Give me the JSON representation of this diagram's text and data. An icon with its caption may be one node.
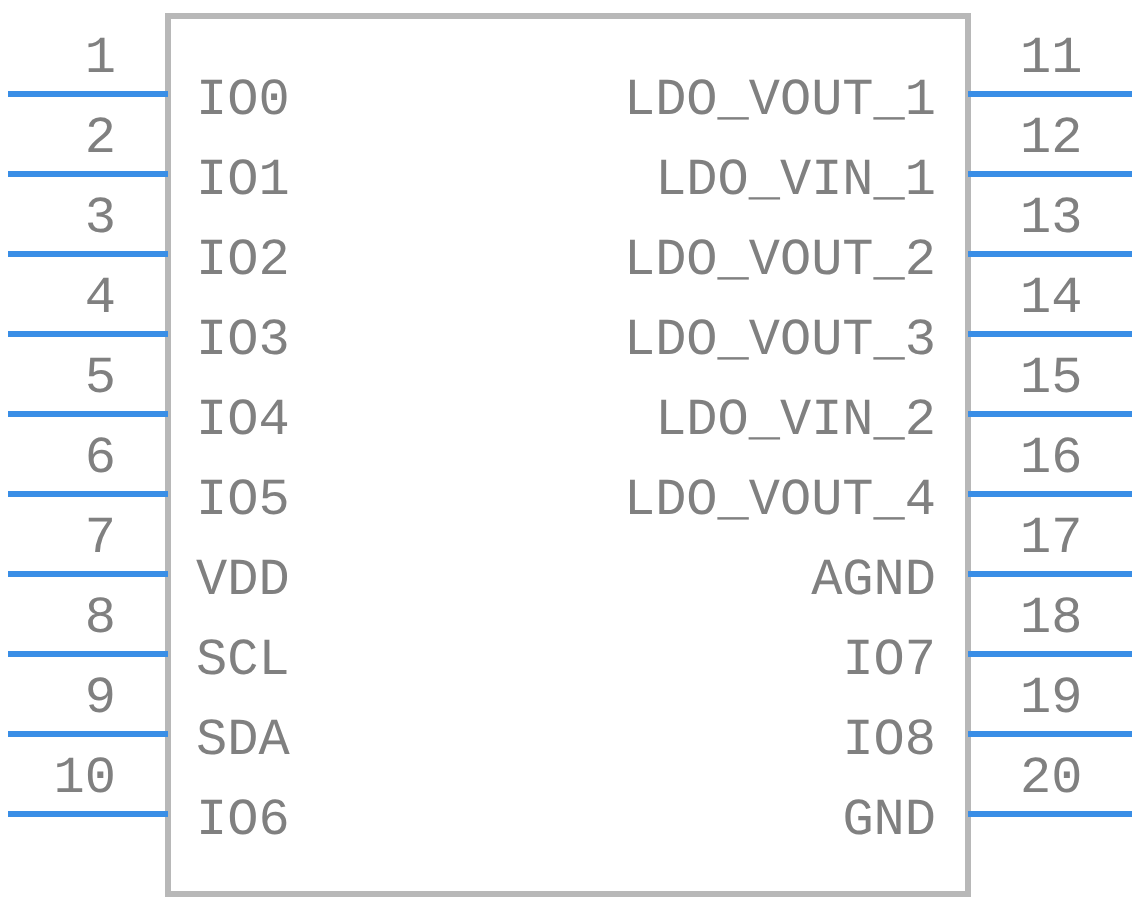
{
  "diagram": {
    "labels": [
      "1",
      "IO0",
      "LDO_VOUT_1",
      "11",
      "2",
      "IO1",
      "LDO_VIN_1",
      "12",
      "3",
      "IO2",
      "LDO_VOUT_2",
      "13",
      "4",
      "IO3",
      "LDO_VOUT_3",
      "14",
      "5",
      "IO4",
      "LDO_VIN_2",
      "15",
      "6",
      "IO5",
      "LDO_VOUT_4",
      "16",
      "7",
      "VDD",
      "AGND",
      "17",
      "8",
      "SCL",
      "IO7",
      "18",
      "9",
      "SDA",
      "IO8",
      "19",
      "10",
      "IO6",
      "GND",
      "20"
    ]
  }
}
